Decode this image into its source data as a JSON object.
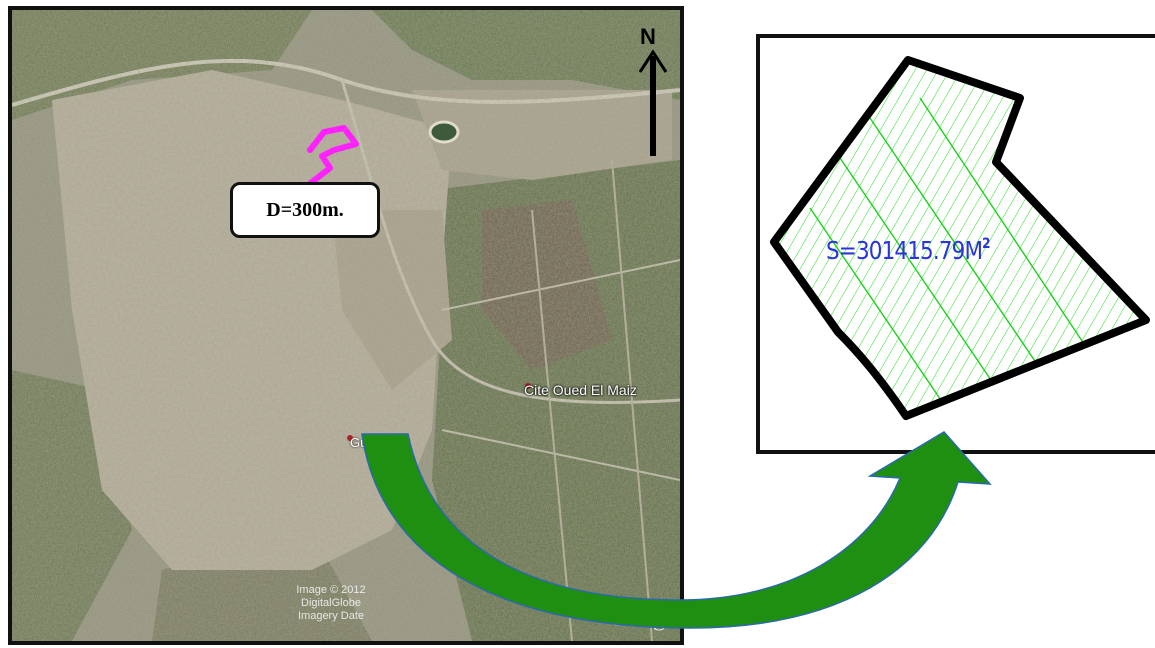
{
  "map": {
    "distance_label": "D=300m.",
    "north_label": "N",
    "place_label": "Cite Oued El Maiz",
    "place_label_2": "Gu",
    "watermark": "Goog",
    "credit_line_1": "Image © 2012 DigitalGlobe",
    "credit_line_2": "Imagery Date",
    "route_color": "#ff22ff"
  },
  "plot": {
    "area_label": "S=301415.79M",
    "area_unit_superscript": "2",
    "hatch_color": "#22dd22",
    "label_color": "#2a34d8"
  },
  "arrow": {
    "fill_color": "#1f8f12"
  }
}
